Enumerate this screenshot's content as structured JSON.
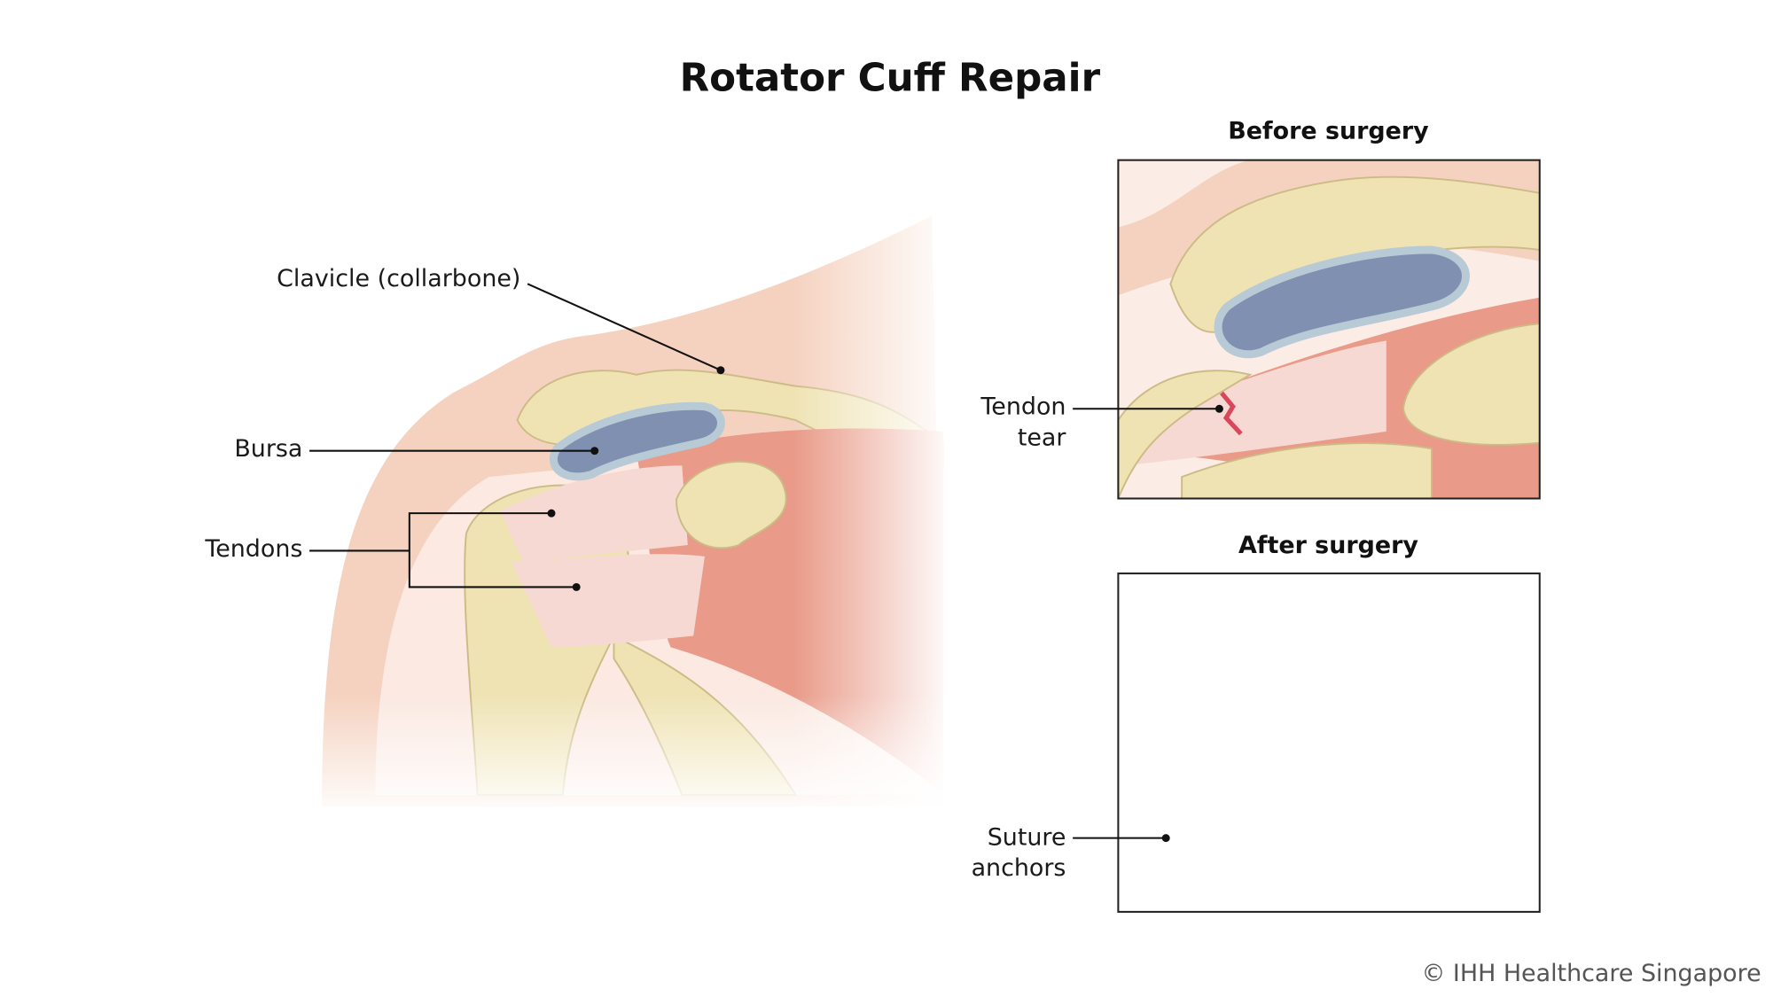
{
  "title": "Rotator Cuff Repair",
  "main_labels": {
    "clavicle": "Clavicle (collarbone)",
    "bursa": "Bursa",
    "tendons": "Tendons"
  },
  "before": {
    "heading": "Before surgery",
    "label_line1": "Tendon",
    "label_line2": "tear"
  },
  "after": {
    "heading": "After surgery",
    "label_line1": "Suture",
    "label_line2": "anchors"
  },
  "copyright": "© IHH Healthcare Singapore",
  "colors": {
    "skin": "#f5d2c0",
    "bone": "#efe3b4",
    "muscle": "#e99a88",
    "bursa": "#7f90b0",
    "tear": "#d9485a"
  }
}
